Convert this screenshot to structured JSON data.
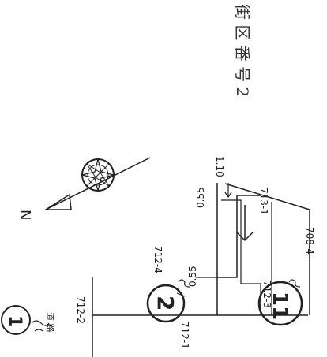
{
  "title_rotated": "街 区 番 号 2",
  "north_label": "N",
  "road_label": "道 路",
  "circles": {
    "one": "1",
    "two": "2",
    "eleven": "11"
  },
  "parcels": {
    "p712_2": "712-2",
    "p712_4": "712-4",
    "p712_1": "712-1",
    "p712_3": "712-3",
    "p713_1": "713-1",
    "p708_4": "708-4"
  },
  "dimensions": {
    "d1_10": "1.10",
    "d0_55_top": "0.55",
    "d0_55_mid": "0.55"
  },
  "colors": {
    "ink": "#222222",
    "paper": "#ffffff"
  }
}
